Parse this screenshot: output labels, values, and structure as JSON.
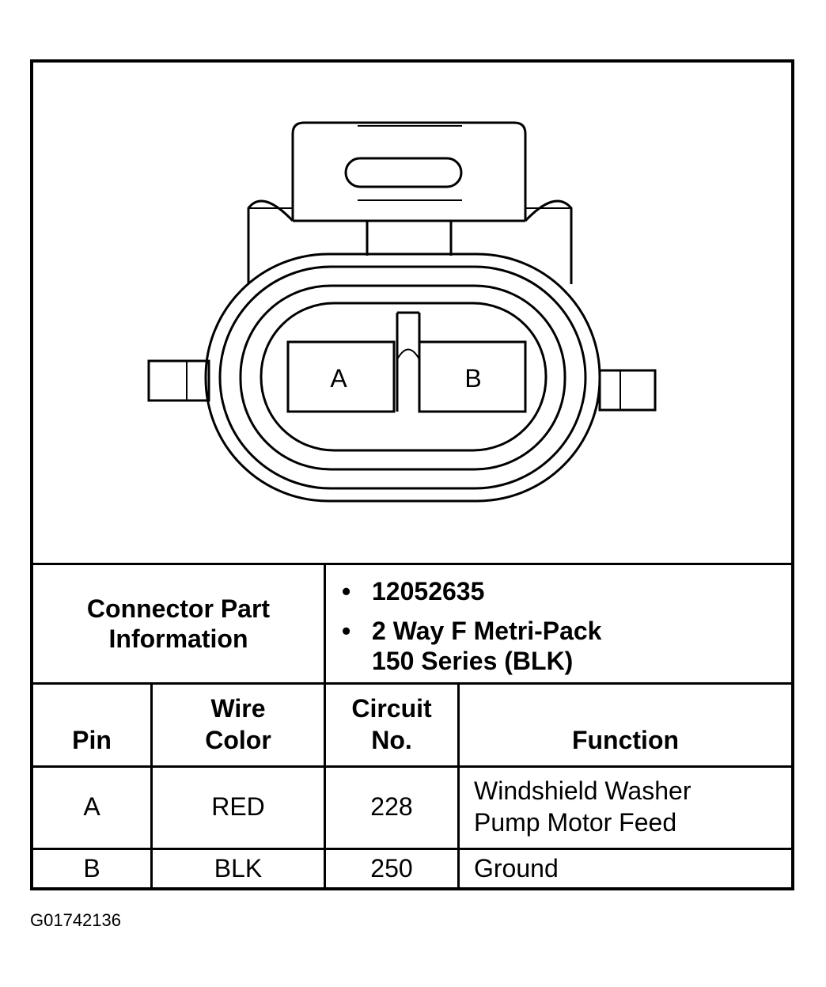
{
  "connector": {
    "terminal_a": "A",
    "terminal_b": "B"
  },
  "info": {
    "label_line1": "Connector Part",
    "label_line2": "Information",
    "bullet": "•",
    "part_number": "12052635",
    "description_line1": "2 Way F Metri-Pack",
    "description_line2": "150 Series (BLK)"
  },
  "table": {
    "headers": {
      "pin": "Pin",
      "wire_color_line1": "Wire",
      "wire_color_line2": "Color",
      "circuit_line1": "Circuit",
      "circuit_line2": "No.",
      "function": "Function"
    },
    "rows": [
      {
        "pin": "A",
        "wire_color": "RED",
        "circuit": "228",
        "function_line1": "Windshield Washer",
        "function_line2": "Pump Motor Feed"
      },
      {
        "pin": "B",
        "wire_color": "BLK",
        "circuit": "250",
        "function_line1": "Ground",
        "function_line2": ""
      }
    ]
  },
  "figure_id": "G01742136"
}
